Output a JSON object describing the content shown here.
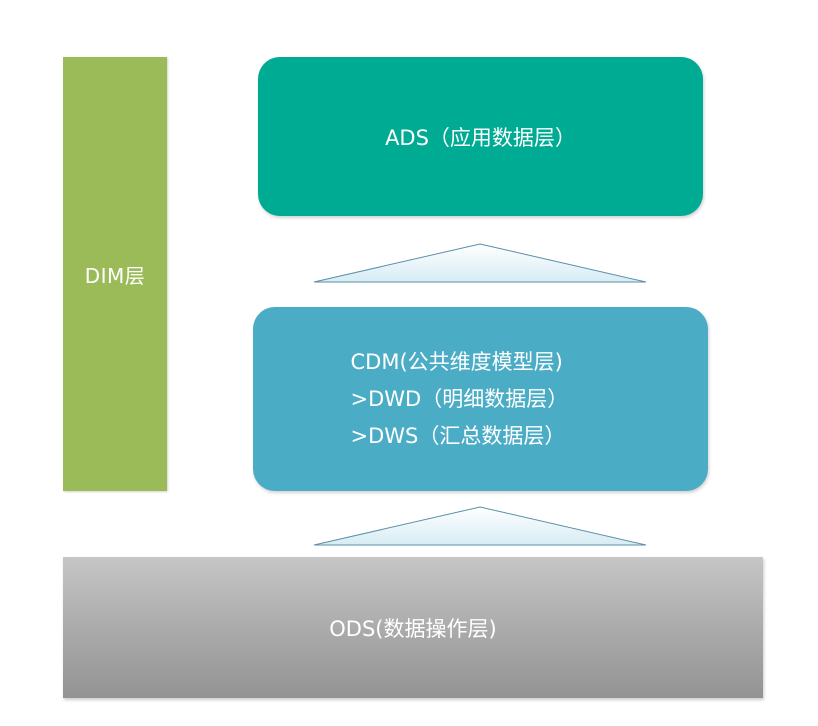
{
  "dim": {
    "label": "DIM层"
  },
  "ads": {
    "label": "ADS（应用数据层）"
  },
  "cdm": {
    "lines": [
      "CDM(公共维度模型层)",
      ">DWD（明细数据层）",
      ">DWS（汇总数据层）"
    ]
  },
  "ods": {
    "label": "ODS(数据操作层)"
  },
  "colors": {
    "dim": "#9bbb59",
    "ads": "#00ab94",
    "cdm": "#4bacc6",
    "ods": "#a9a9a9",
    "arrow_fill": "#ddf0f6",
    "arrow_stroke": "#5b8fa8"
  }
}
